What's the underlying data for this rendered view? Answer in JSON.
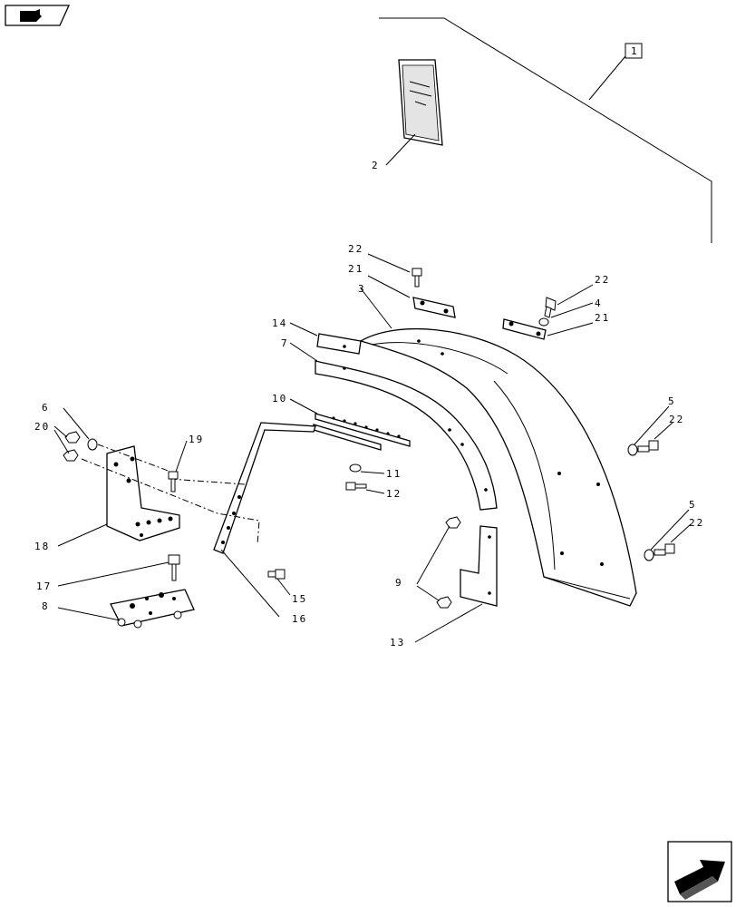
{
  "nav": {
    "prev_icon": "arrow-back-icon",
    "next_icon": "arrow-forward-icon"
  },
  "kit_callout": "1",
  "callouts": {
    "c2": "2",
    "c3": "3",
    "c4": "4",
    "c5a": "5",
    "c5b": "5",
    "c6": "6",
    "c7": "7",
    "c8": "8",
    "c9": "9",
    "c10": "10",
    "c11": "11",
    "c12": "12",
    "c13": "13",
    "c14": "14",
    "c15": "15",
    "c16": "16",
    "c17": "17",
    "c18": "18",
    "c19": "19",
    "c20": "20",
    "c21a": "21",
    "c21b": "21",
    "c22a": "22",
    "c22b": "22",
    "c22c": "22",
    "c22d": "22"
  }
}
